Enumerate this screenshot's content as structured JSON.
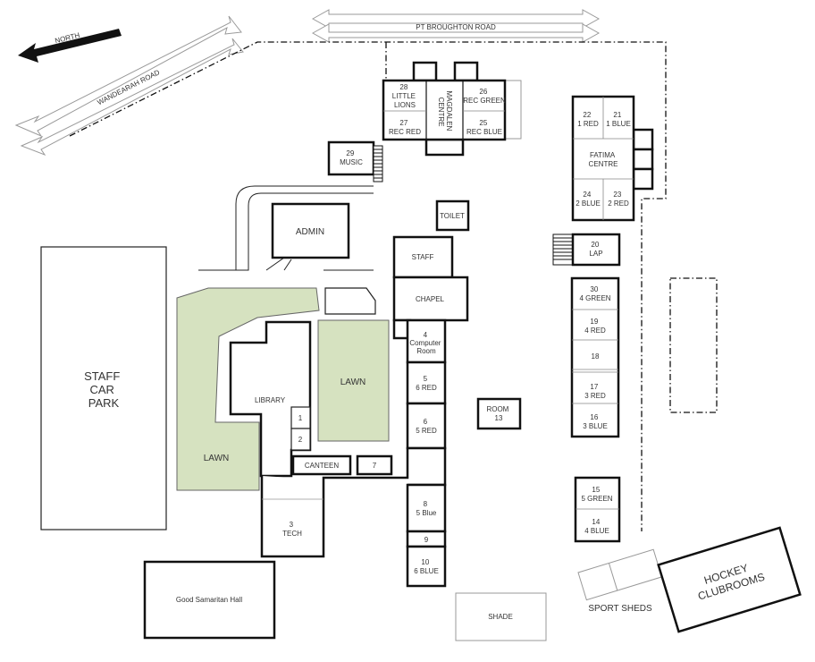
{
  "roads": {
    "pt_broughton": "PT BROUGHTON ROAD",
    "wandearah": "WANDEARAH ROAD"
  },
  "compass": {
    "label": "NORTH"
  },
  "rooms": {
    "r28": [
      "28",
      "LITTLE",
      "LIONS"
    ],
    "r27": [
      "27",
      "REC RED"
    ],
    "magdalen": [
      "MAGDALEN",
      "CENTRE"
    ],
    "r26": [
      "26",
      "REC GREEN"
    ],
    "r25": [
      "25",
      "REC BLUE"
    ],
    "r29": [
      "29",
      "MUSIC"
    ],
    "r22": [
      "22",
      "1 RED"
    ],
    "r21": [
      "21",
      "1 BLUE"
    ],
    "fatima": [
      "FATIMA",
      "CENTRE"
    ],
    "r24": [
      "24",
      "2 BLUE"
    ],
    "r23": [
      "23",
      "2 RED"
    ],
    "toilet": "TOILET",
    "admin": "ADMIN",
    "staff": "STAFF",
    "chapel": "CHAPEL",
    "r20": [
      "20",
      "LAP"
    ],
    "r30": [
      "30",
      "4 GREEN"
    ],
    "r19": [
      "19",
      "4 RED"
    ],
    "r18": "18",
    "r17": [
      "17",
      "3 RED"
    ],
    "r16": [
      "16",
      "3 BLUE"
    ],
    "r4": [
      "4",
      "Computer",
      "Room"
    ],
    "r5": [
      "5",
      "6 RED"
    ],
    "r6": [
      "6",
      "5 RED"
    ],
    "room13": [
      "ROOM",
      "13"
    ],
    "library": "LIBRARY",
    "lib1": "1",
    "lib2": "2",
    "lawn_center": "LAWN",
    "lawn_left": "LAWN",
    "canteen": "CANTEEN",
    "r7": "7",
    "r3": [
      "3",
      "TECH"
    ],
    "r8": [
      "8",
      "5 Blue"
    ],
    "r9": "9",
    "r10": [
      "10",
      "6 BLUE"
    ],
    "r15": [
      "15",
      "5 GREEN"
    ],
    "r14": [
      "14",
      "4 BLUE"
    ],
    "staff_car_park": [
      "STAFF",
      "CAR",
      "PARK"
    ],
    "good_samaritan": "Good Samaritan Hall",
    "shade": "SHADE",
    "sport_sheds": "SPORT SHEDS",
    "hockey": [
      "HOCKEY",
      "CLUBROOMS"
    ]
  },
  "colors": {
    "lawn": "#d6e2c0",
    "building_stroke": "#111111",
    "road_stroke": "#9a9a9a"
  }
}
